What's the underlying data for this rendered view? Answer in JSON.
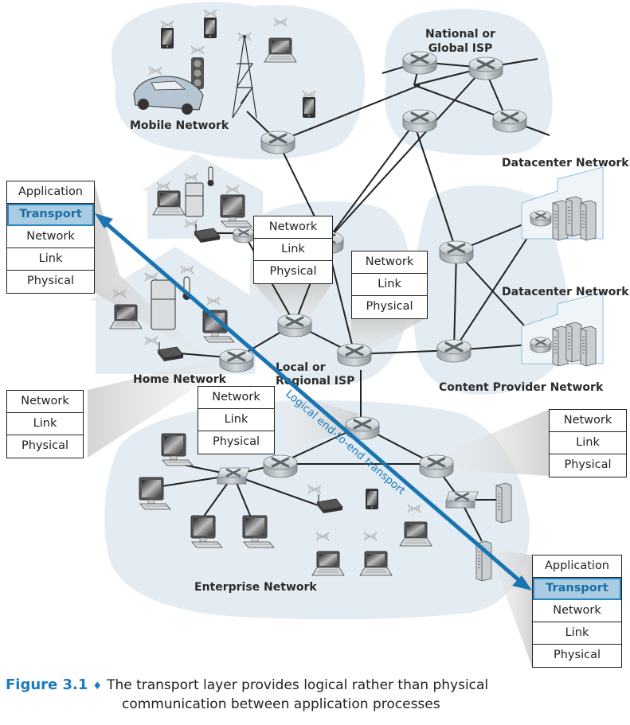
{
  "figure": {
    "number_label": "Figure 3.1",
    "separator": "♦",
    "caption_line1": "The transport layer provides logical rather than physical",
    "caption_line2": "communication between application processes"
  },
  "networks": {
    "mobile": "Mobile Network",
    "national_isp_line1": "National or",
    "national_isp_line2": "Global ISP",
    "datacenter_top": "Datacenter Network",
    "datacenter_bottom": "Datacenter Network",
    "content_provider": "Content Provider Network",
    "home": "Home Network",
    "local_isp_line1": "Local or",
    "local_isp_line2": "Regional ISP",
    "enterprise": "Enterprise Network"
  },
  "arrow_label": "Logical end-to-end transport",
  "colors": {
    "accent": "#1a7bbf",
    "cloud": "#e3ecf2",
    "highlight": "#a9cce3"
  },
  "stacks": {
    "source_host": [
      "Application",
      "Transport",
      "Network",
      "Link",
      "Physical"
    ],
    "dest_host": [
      "Application",
      "Transport",
      "Network",
      "Link",
      "Physical"
    ],
    "router_home_isp": [
      "Network",
      "Link",
      "Physical"
    ],
    "router_local_isp": [
      "Network",
      "Link",
      "Physical"
    ],
    "router_home_edge": [
      "Network",
      "Link",
      "Physical"
    ],
    "router_enterprise_upper": [
      "Network",
      "Link",
      "Physical"
    ],
    "router_enterprise_right": [
      "Network",
      "Link",
      "Physical"
    ]
  },
  "highlighted_layer": "Transport"
}
